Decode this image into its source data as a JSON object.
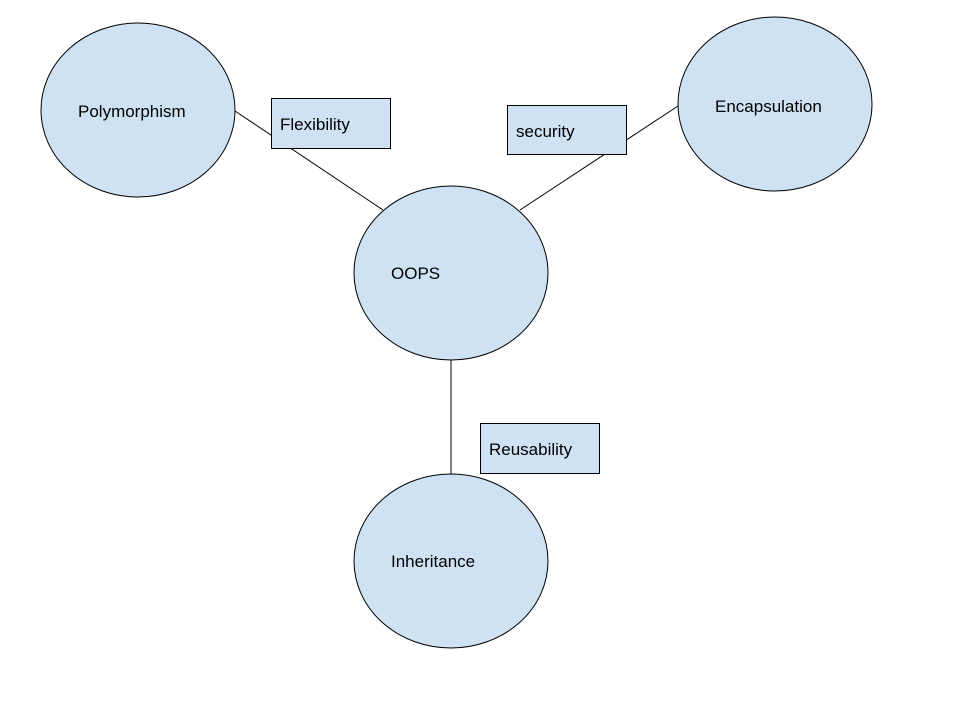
{
  "diagram": {
    "fill_color": "#cfe2f3",
    "stroke_color": "#000000",
    "background": "#ffffff",
    "nodes": {
      "center": {
        "label": "OOPS"
      },
      "polymorphism": {
        "label": "Polymorphism"
      },
      "encapsulation": {
        "label": "Encapsulation"
      },
      "inheritance": {
        "label": "Inheritance"
      }
    },
    "edge_labels": {
      "polymorphism": "Flexibility",
      "encapsulation": "security",
      "inheritance": "Reusability"
    }
  }
}
